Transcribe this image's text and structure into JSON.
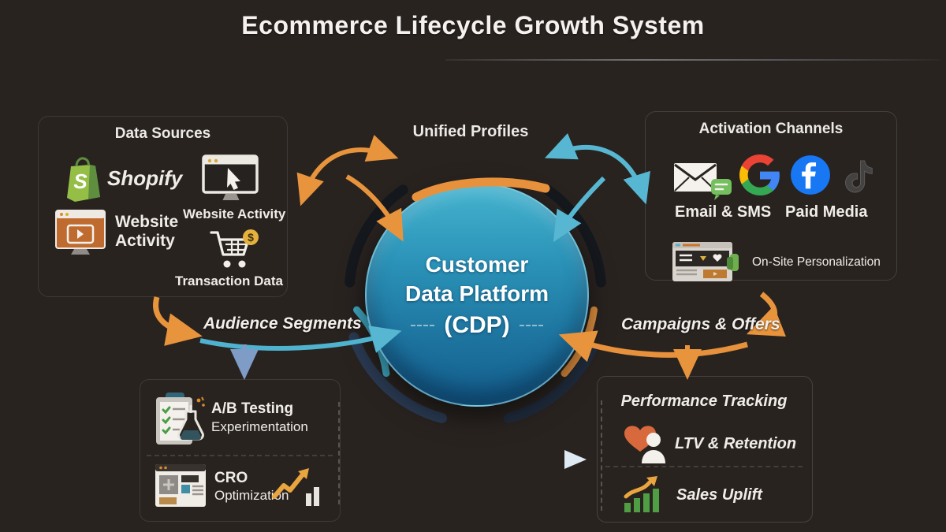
{
  "title": "Ecommerce Lifecycle Growth System",
  "colors": {
    "background": "#292320",
    "arrow_orange": "#E8943C",
    "arrow_teal": "#4FB3CF",
    "arrow_bluegray": "#7E9CC6",
    "arrow_light": "#DFEAF2",
    "cdp_gradient_top": "#46B4CF",
    "cdp_gradient_bottom": "#145E8E",
    "shopify_green": "#94BE46",
    "facebook_blue": "#1877F2",
    "success_green": "#4F9E43",
    "text": "#F1EEEA"
  },
  "sections": {
    "data_sources": {
      "title": "Data Sources",
      "items": {
        "shopify": "Shopify",
        "website_activity_browser": "Website Activity",
        "website_activity_monitor": "Website Activity",
        "transaction_data": "Transaction Data"
      }
    },
    "unified_profiles": {
      "title": "Unified Profiles"
    },
    "activation": {
      "title": "Activation Channels",
      "items": {
        "email_sms": "Email & SMS",
        "paid_media": "Paid Media",
        "onsite_personalization": "On-Site Personalization"
      }
    },
    "testing": {
      "items": [
        {
          "line1": "A/B Testing",
          "line2": "Experimentation"
        },
        {
          "line1": "CRO",
          "line2": "Optimization"
        }
      ]
    },
    "performance": {
      "title": "Performance Tracking",
      "items": [
        "LTV & Retention",
        "Sales Uplift"
      ]
    }
  },
  "cdp": {
    "lines": [
      "Customer",
      "Data Platform",
      "(CDP)"
    ]
  },
  "flow": {
    "audience": "Audience Segments",
    "campaigns": "Campaigns & Offers"
  },
  "icons": {
    "shopify-icon": "green shopping bag with S",
    "browser-activity-icon": "orange browser window with play button",
    "monitor-cursor-icon": "monitor with large cursor arrow",
    "cart-icon": "shopping cart with $ coin",
    "email-sms-icon": "envelope with green chat bubble",
    "google-icon": "multicolor G",
    "facebook-icon": "blue circle f",
    "tiktok-icon": "dark music note",
    "personalization-icon": "web page mockup with heart",
    "ab-testing-icon": "clipboard with checks and flask",
    "cro-icon": "wireframe browser window",
    "trend-icon": "orange rising arrow with bars",
    "ltv-icon": "orange heart with person",
    "sales-uplift-icon": "green bars with orange arrow"
  }
}
